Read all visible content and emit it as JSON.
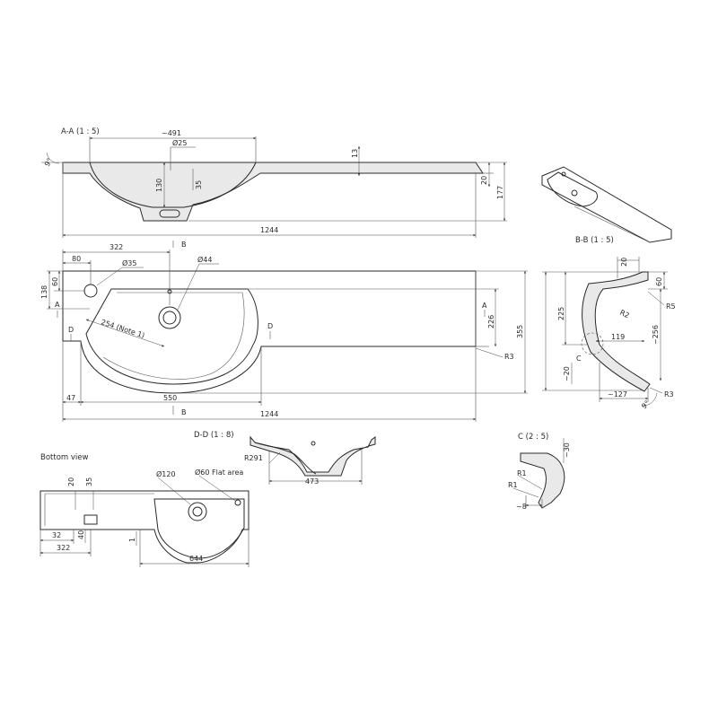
{
  "views": {
    "aa": {
      "title": "A-A (1 : 5)"
    },
    "bb": {
      "title": "B-B (1 : 5)"
    },
    "dd": {
      "title": "D-D (1 : 8)"
    },
    "c": {
      "title": "C (2 : 5)"
    },
    "bottom": {
      "title": "Bottom view"
    }
  },
  "section_markers": {
    "a": "A",
    "b": "B",
    "d": "D",
    "c": "C"
  },
  "dims": {
    "aa": {
      "d491": "~491",
      "d25": "Ø25",
      "d13": "13",
      "d130": "130",
      "d35": "35",
      "d20": "20",
      "d177": "177",
      "d1244": "1244",
      "angle": "9°"
    },
    "plan": {
      "d322": "322",
      "d80": "80",
      "d35": "Ø35",
      "d44": "Ø44",
      "d60": "60",
      "d138": "138",
      "d254": "254 (Note 1)",
      "d226": "226",
      "d355": "355",
      "r3": "R3",
      "d47": "47",
      "d550": "550",
      "d1244": "1244"
    },
    "bb": {
      "d20": "20",
      "d60": "60",
      "d225": "225",
      "r5": "R5",
      "r2": "R2",
      "d119": "119",
      "d256": "~256",
      "d20b": "~20",
      "d127": "~127",
      "r3": "R3",
      "angle": "9°"
    },
    "dd": {
      "r291": "R291",
      "d473": "473"
    },
    "c": {
      "d30": "~30",
      "r1a": "R1",
      "r1b": "R1",
      "d8": "~8"
    },
    "bottom": {
      "d20": "20",
      "d35": "35",
      "d120": "Ø120",
      "flat": "Ø60 Flat area",
      "d32": "32",
      "d40": "40",
      "d322": "322",
      "d1": "1",
      "d644": "644"
    }
  }
}
